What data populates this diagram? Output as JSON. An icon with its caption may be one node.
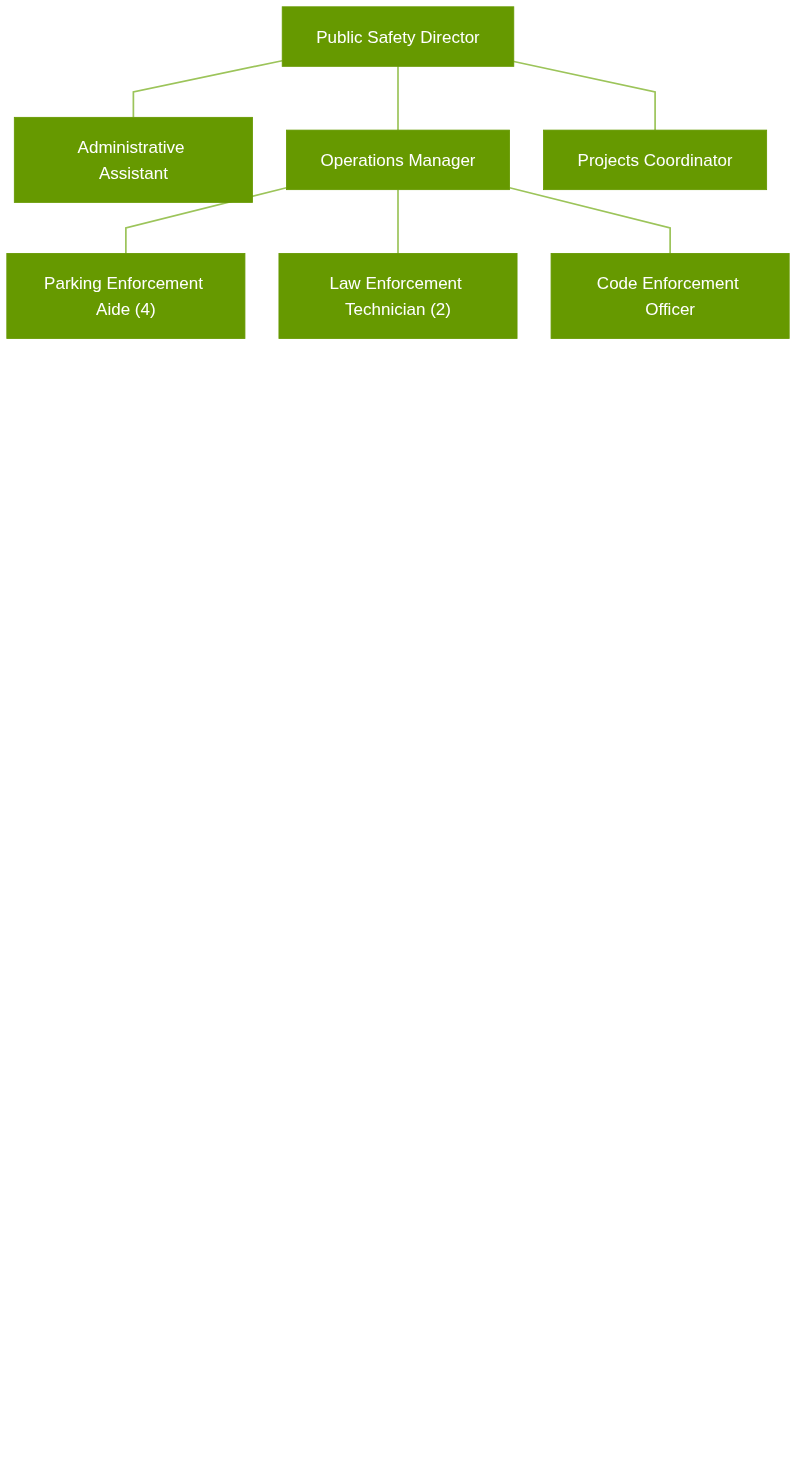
{
  "diagram": {
    "nodes": [
      {
        "text": [
          "Public Safety Director"
        ]
      },
      {
        "text": [
          "Administrative Assistant"
        ]
      },
      {
        "text": [
          "Operations Manager"
        ]
      },
      {
        "text": [
          "Projects Coordinator"
        ]
      },
      {
        "text": [
          "Parking Enforcement Aide (4)"
        ]
      },
      {
        "text": [
          "Law Enforcement Technician (2)"
        ]
      },
      {
        "text": [
          "Code Enforcement Officer"
        ]
      }
    ],
    "edges": [
      {
        "from": 0,
        "to": 1,
        "arrow": "none"
      },
      {
        "from": 0,
        "to": 2,
        "arrow": "none"
      },
      {
        "from": 0,
        "to": 3,
        "arrow": "none"
      },
      {
        "from": 2,
        "to": 4,
        "arrow": "none"
      },
      {
        "from": 2,
        "to": 5,
        "arrow": "none"
      },
      {
        "from": 2,
        "to": 6,
        "arrow": "none"
      }
    ]
  }
}
